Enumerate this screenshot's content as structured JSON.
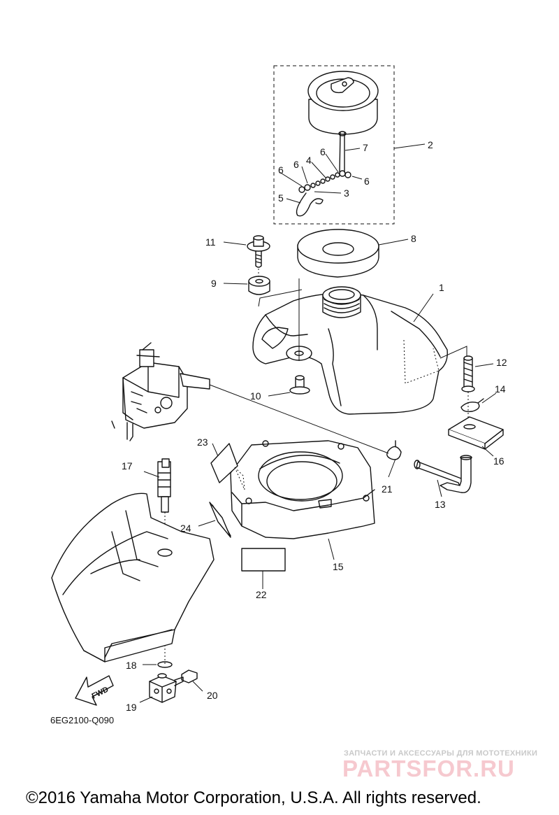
{
  "diagram": {
    "drawing_code": "6EG2100-Q090",
    "fwd_label": "FWD",
    "callouts": [
      "2",
      "7",
      "6",
      "4",
      "6",
      "6",
      "6",
      "3",
      "5",
      "8",
      "11",
      "9",
      "1",
      "12",
      "14",
      "10",
      "16",
      "23",
      "17",
      "21",
      "13",
      "24",
      "15",
      "22",
      "18",
      "20",
      "19"
    ]
  },
  "watermark": {
    "tagline": "ЗАПЧАСТИ И АКСЕССУАРЫ ДЛЯ МОТОТЕХНИКИ",
    "brand": "PARTSFOR.RU"
  },
  "footer": {
    "copyright": "©2016 Yamaha Motor Corporation, U.S.A. All rights reserved."
  }
}
